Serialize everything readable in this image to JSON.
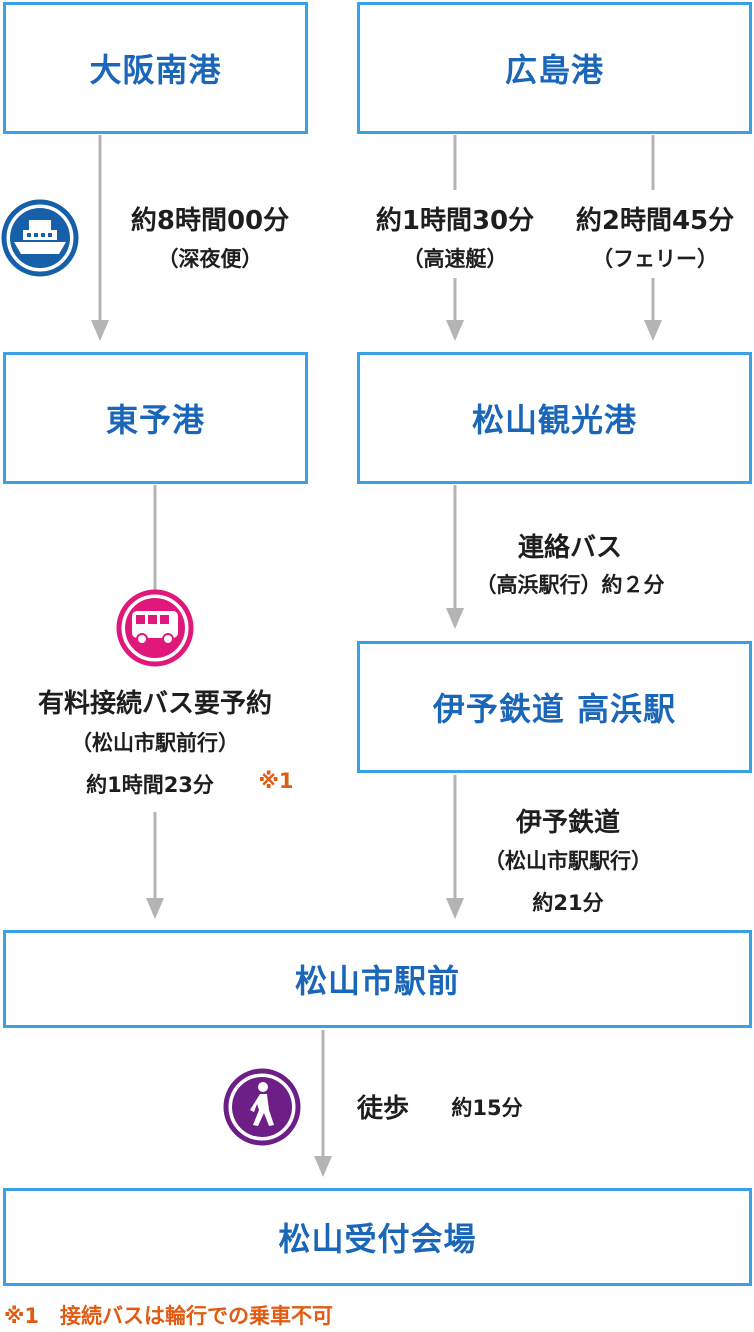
{
  "nodes": {
    "osaka": "大阪南港",
    "hiroshima": "広島港",
    "toyo": "東予港",
    "matsuyama_kanko": "松山観光港",
    "iyo_takahama": "伊予鉄道 高浜駅",
    "matsuyama_shi": "松山市駅前",
    "venue": "松山受付会場"
  },
  "routes": {
    "osaka_time": "約8時間00分",
    "osaka_type": "（深夜便）",
    "hiro_fast_time": "約1時間30分",
    "hiro_fast_type": "（高速艇）",
    "hiro_ferry_time": "約2時間45分",
    "hiro_ferry_type": "（フェリー）",
    "renraku_bus": "連絡バス",
    "renraku_detail": "（高浜駅行）約２分",
    "paid_bus": "有料接続バス要予約",
    "paid_bus_dest": "（松山市駅前行）",
    "paid_bus_time": "約1時間23分",
    "paid_bus_note_mark": "※1",
    "iyo_rail": "伊予鉄道",
    "iyo_rail_dest": "（松山市駅駅行）",
    "iyo_rail_time": "約21分",
    "walk": "徒歩",
    "walk_time": "約15分"
  },
  "footnote": "※1　接続バスは輪行での乗車不可",
  "icons": [
    "ship-icon",
    "bus-icon",
    "walking-person-icon"
  ],
  "colors": {
    "box_border": "#3aa2e4",
    "box_text": "#1a66b8",
    "arrow": "#b4b4b4",
    "ship": "#1560a8",
    "bus": "#e0187c",
    "walk": "#6d1f87",
    "note": "#e25b12"
  }
}
